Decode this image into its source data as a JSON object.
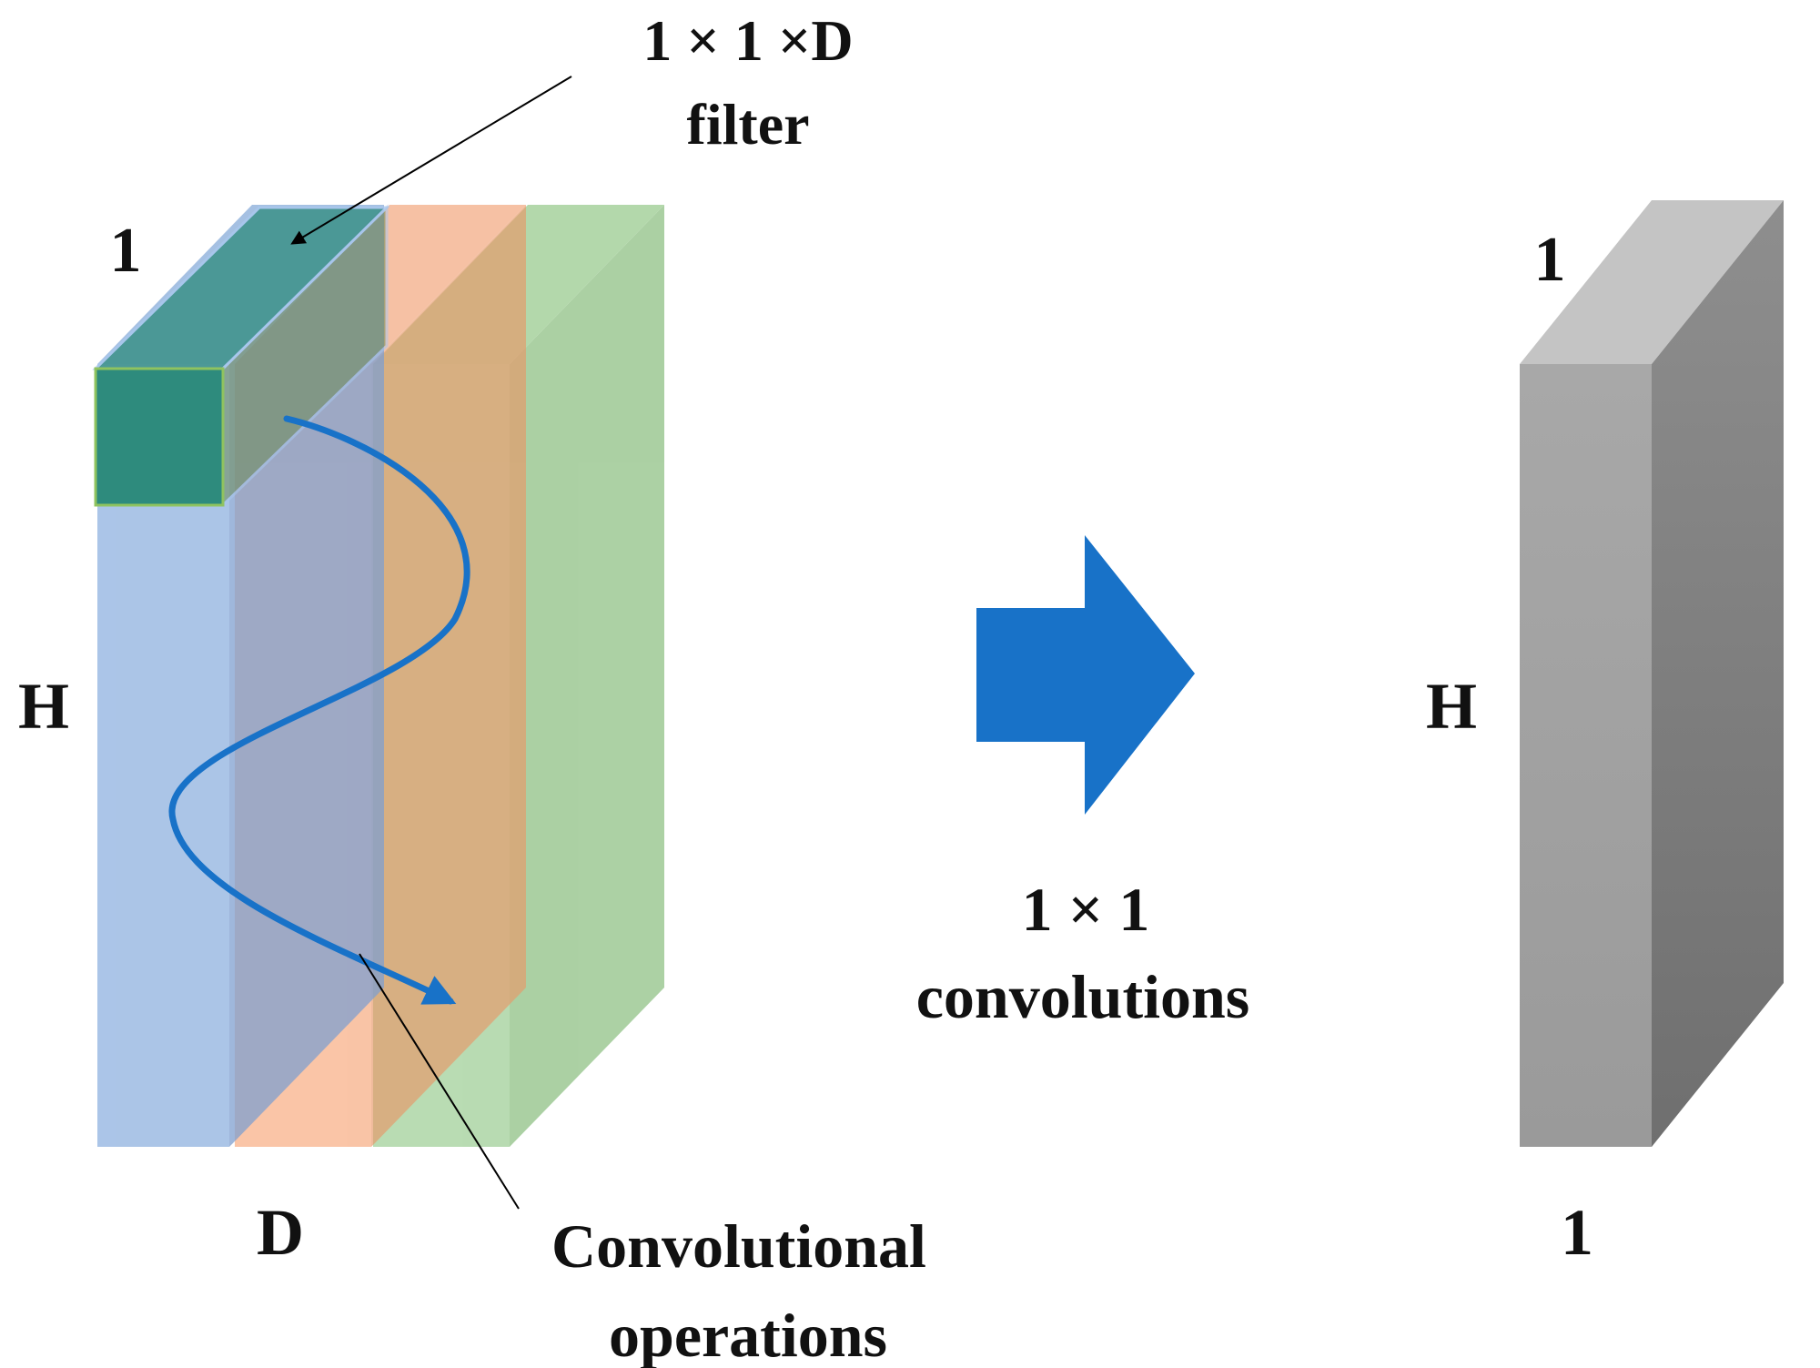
{
  "labels": {
    "filter_line1": "1 × 1 ×D",
    "filter_line2": "filter",
    "input_height_label": "H",
    "input_width_label": "1",
    "input_depth_label": "D",
    "conv_ops_line1": "Convolutional",
    "conv_ops_line2": "operations",
    "transform_line1": "1 × 1",
    "transform_line2": "convolutions",
    "output_height_label": "H",
    "output_width_label": "1",
    "output_depth_label": "1"
  },
  "colors": {
    "slab_blue": "#8fb2e0",
    "slab_orange": "#f5a77c",
    "slab_green": "#93c98a",
    "filter_teal": "#2e8b7d",
    "arrow_blue": "#1872c8",
    "output_gray": "#a5a5a5"
  }
}
